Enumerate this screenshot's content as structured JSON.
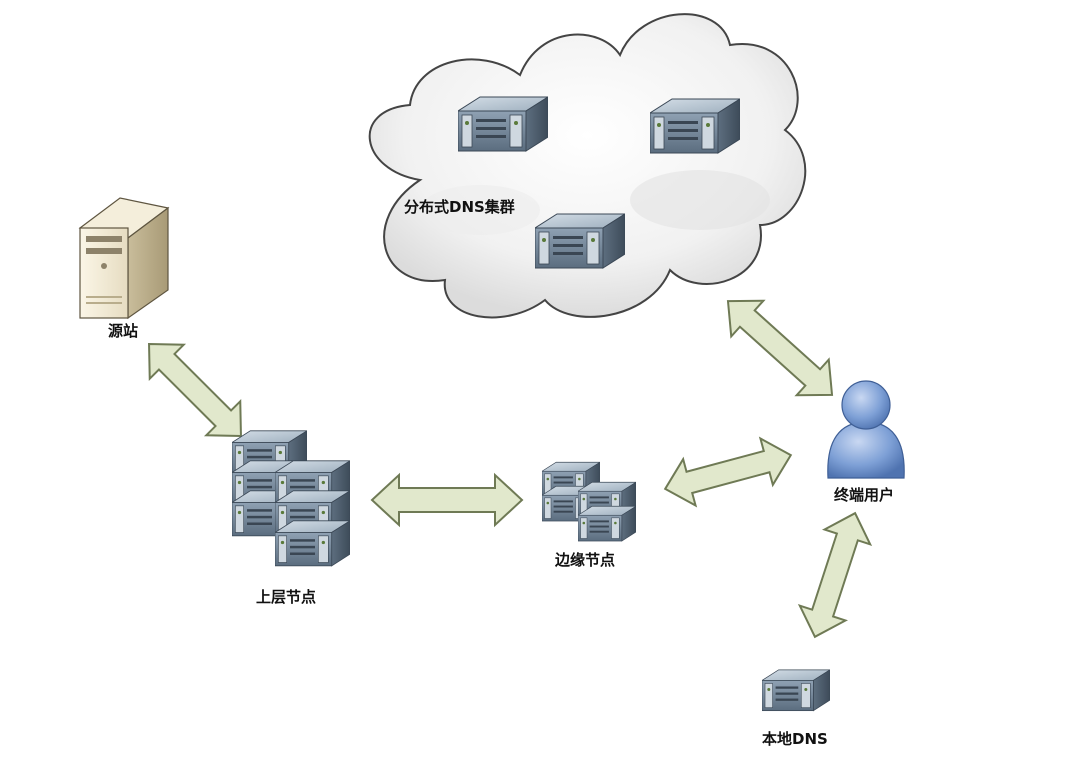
{
  "labels": {
    "dns_cluster": "分布式DNS集群",
    "origin": "源站",
    "upper_node": "上层节点",
    "edge_node": "边缘节点",
    "end_user": "终端用户",
    "local_dns": "本地DNS"
  },
  "colors": {
    "arrow_fill": "#e1e8cc",
    "arrow_stroke": "#6f7a55",
    "server_front": "#6c7e90",
    "server_top": "#b9c6d2",
    "server_side": "#4a5a6a",
    "user_body": "#7ea0d6",
    "cloud_stroke": "#444444"
  }
}
